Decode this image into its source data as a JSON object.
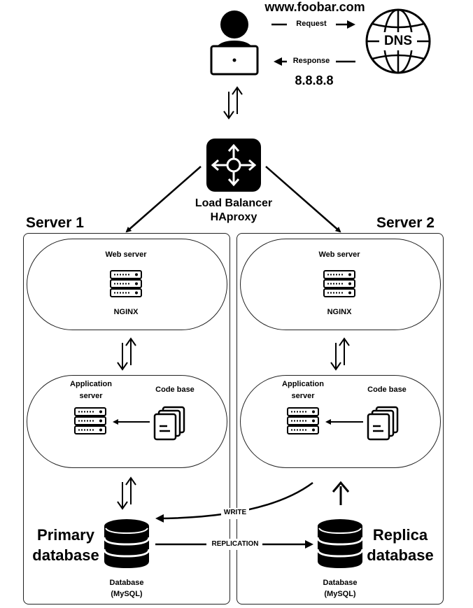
{
  "header": {
    "domain": "www.foobar.com",
    "request_label": "Request",
    "response_label": "Response",
    "ip": "8.8.8.8",
    "dns_label": "DNS"
  },
  "load_balancer": {
    "title": "Load Balancer",
    "subtitle": "HAproxy"
  },
  "server1": {
    "title": "Server 1",
    "web_server_label": "Web server",
    "web_server_software": "NGINX",
    "app_server_label_1": "Application",
    "app_server_label_2": "server",
    "code_base_label": "Code base",
    "db_role_1": "Primary",
    "db_role_2": "database",
    "db_label_1": "Database",
    "db_label_2": "(MySQL)"
  },
  "server2": {
    "title": "Server 2",
    "web_server_label": "Web server",
    "web_server_software": "NGINX",
    "app_server_label_1": "Application",
    "app_server_label_2": "server",
    "code_base_label": "Code base",
    "db_role_1": "Replica",
    "db_role_2": "database",
    "db_label_1": "Database",
    "db_label_2": "(MySQL)"
  },
  "connections": {
    "write_label": "WRITE",
    "replication_label": "REPLICATION"
  },
  "icons": {
    "user": "user-laptop-icon",
    "dns": "globe-icon",
    "load_balancer": "load-balancer-icon",
    "server": "server-rack-icon",
    "code": "documents-icon",
    "database": "database-icon"
  }
}
